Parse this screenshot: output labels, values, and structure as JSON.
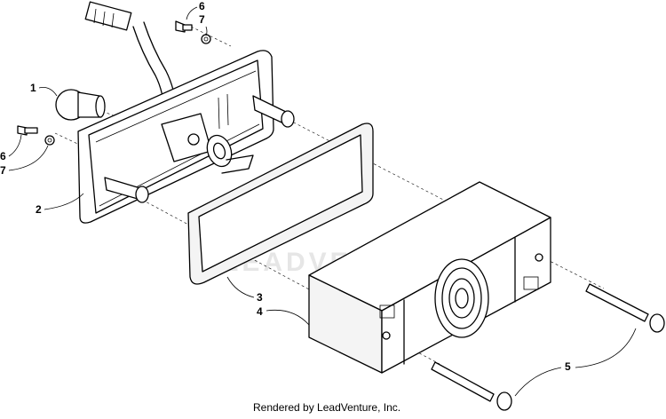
{
  "diagram": {
    "watermark": "LEADVENTURE",
    "footer": "Rendered by LeadVenture, Inc.",
    "callouts": {
      "c1": "1",
      "c2": "2",
      "c3": "3",
      "c4": "4",
      "c5": "5",
      "c6_top": "6",
      "c7_top": "7",
      "c6_left": "6",
      "c7_left": "7"
    }
  }
}
